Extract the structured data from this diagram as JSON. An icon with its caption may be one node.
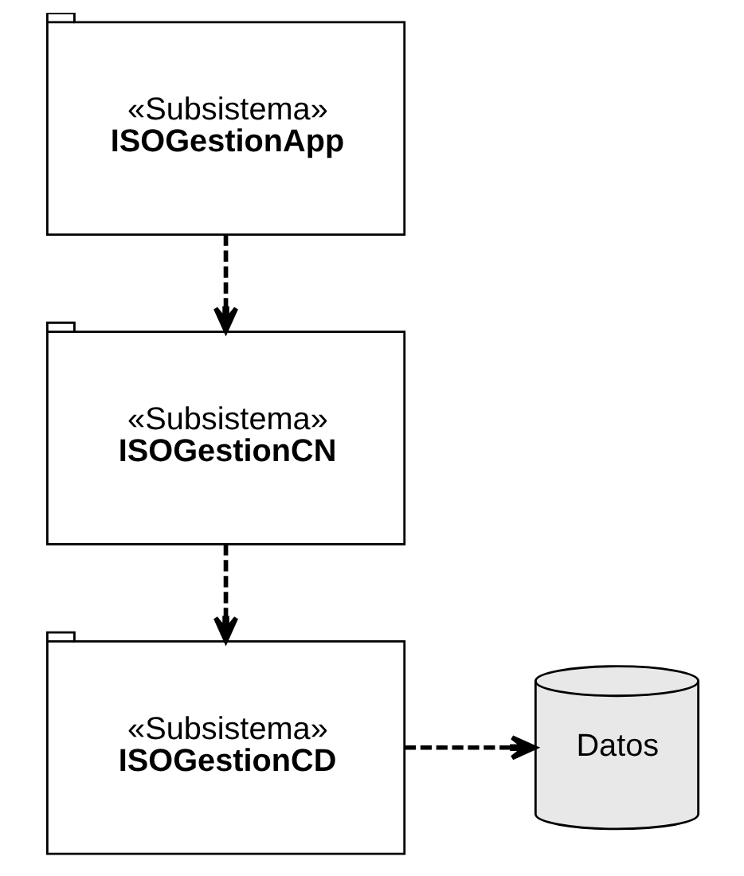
{
  "diagram": {
    "nodes": [
      {
        "text": [
          "«Subsistema»",
          "ISOGestionApp"
        ]
      },
      {
        "text": [
          "«Subsistema»",
          "ISOGestionCN"
        ]
      },
      {
        "text": [
          "«Subsistema»",
          "ISOGestionCD"
        ]
      },
      {
        "text": [
          "Datos"
        ]
      }
    ],
    "edges": [
      {
        "from": 0,
        "to": 1,
        "arrow": "to",
        "style": "dashed"
      },
      {
        "from": 1,
        "to": 2,
        "arrow": "to",
        "style": "dashed"
      },
      {
        "from": 2,
        "to": 3,
        "arrow": "to",
        "style": "dashed"
      }
    ]
  }
}
